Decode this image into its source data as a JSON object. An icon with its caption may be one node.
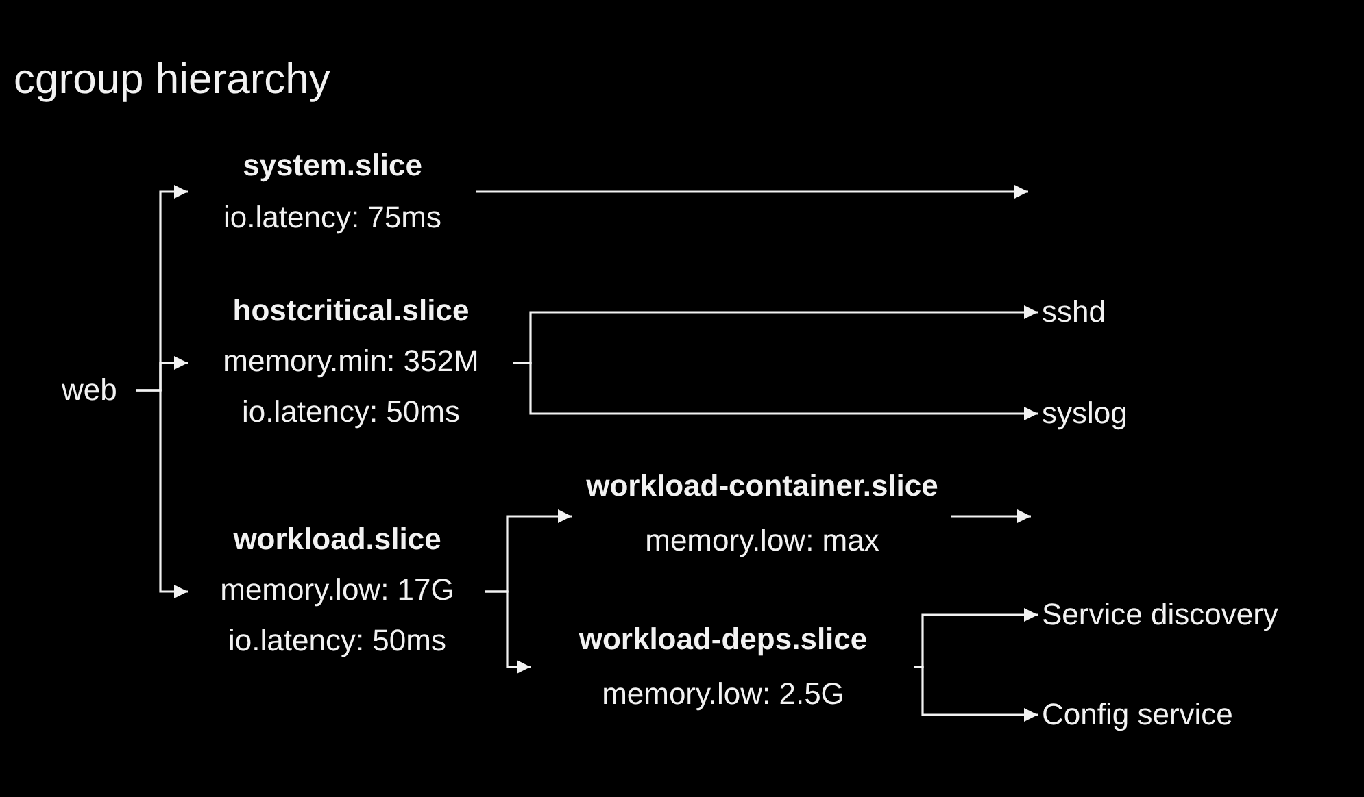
{
  "diagram": {
    "title": "cgroup hierarchy",
    "nodes": [
      {
        "text": [
          "web"
        ]
      },
      {
        "text": [
          "system.slice",
          "io.latency: 75ms"
        ]
      },
      {
        "text": [
          "hostcritical.slice",
          "memory.min: 352M",
          "io.latency: 50ms"
        ]
      },
      {
        "text": [
          "workload.slice",
          "memory.low: 17G",
          "io.latency: 50ms"
        ]
      },
      {
        "text": [
          "workload-container.slice",
          "memory.low: max"
        ]
      },
      {
        "text": [
          "workload-deps.slice",
          "memory.low: 2.5G"
        ]
      },
      {
        "text": [
          "sshd"
        ]
      },
      {
        "text": [
          "syslog"
        ]
      },
      {
        "text": [
          "Service discovery"
        ]
      },
      {
        "text": [
          "Config service"
        ]
      }
    ],
    "edges": [
      {
        "from": 0,
        "to": 1,
        "arrow": "to"
      },
      {
        "from": 0,
        "to": 2,
        "arrow": "to"
      },
      {
        "from": 0,
        "to": 3,
        "arrow": "to"
      },
      {
        "from": 1,
        "to": null,
        "arrow": "to"
      },
      {
        "from": 2,
        "to": 6,
        "arrow": "to"
      },
      {
        "from": 2,
        "to": 7,
        "arrow": "to"
      },
      {
        "from": 3,
        "to": 4,
        "arrow": "to"
      },
      {
        "from": 3,
        "to": 5,
        "arrow": "to"
      },
      {
        "from": 4,
        "to": null,
        "arrow": "to"
      },
      {
        "from": 5,
        "to": 8,
        "arrow": "to"
      },
      {
        "from": 5,
        "to": 9,
        "arrow": "to"
      }
    ]
  }
}
